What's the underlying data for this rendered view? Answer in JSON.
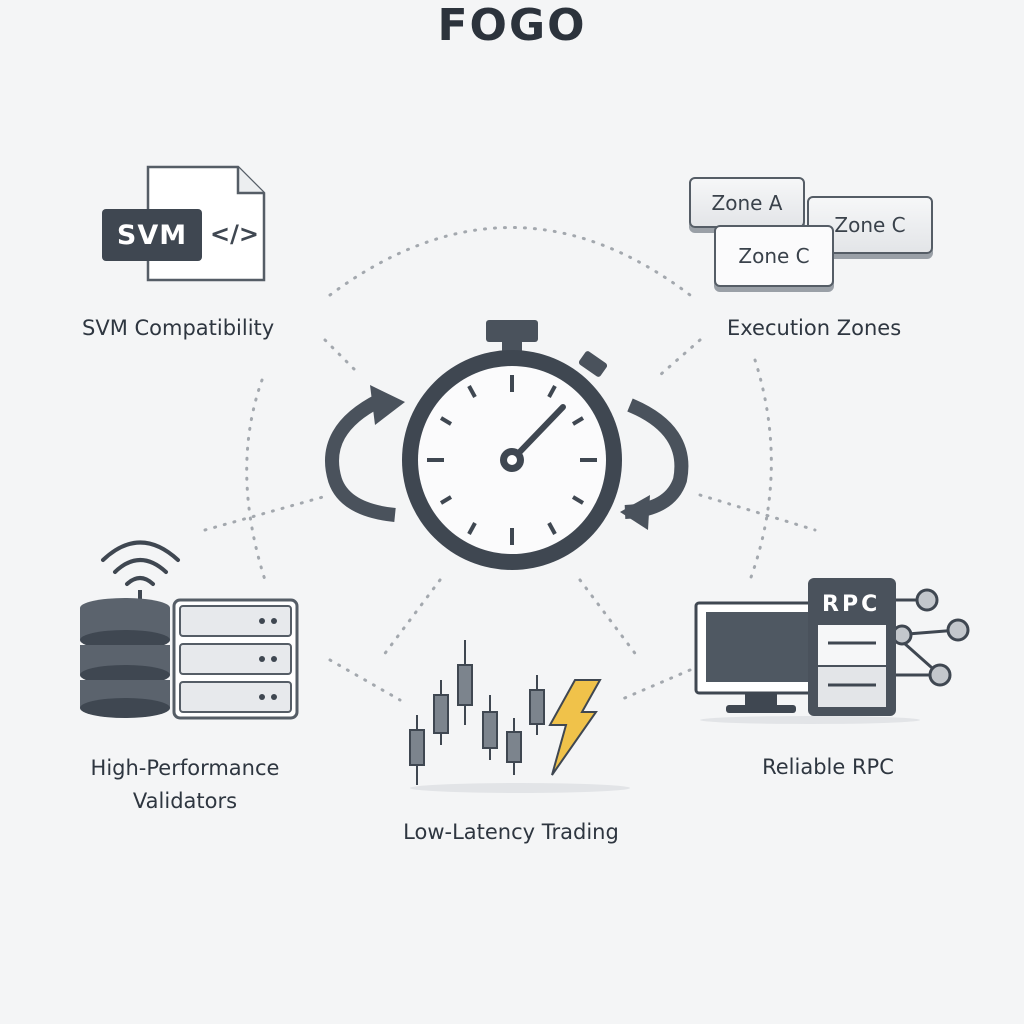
{
  "title": "FOGO",
  "features": {
    "svm": {
      "label": "SVM Compatibility",
      "tag": "SVM",
      "code_glyph": "</>",
      "icon": "code-file-icon"
    },
    "zones": {
      "label": "Execution Zones",
      "cards": [
        "Zone A",
        "Zone C",
        "Zone C"
      ],
      "icon": "zone-cards-icon"
    },
    "validators": {
      "label_line1": "High-Performance",
      "label_line2": "Validators",
      "icon": "server-database-wifi-icon"
    },
    "trading": {
      "label": "Low-Latency Trading",
      "icon": "candlestick-lightning-icon"
    },
    "rpc": {
      "label": "Reliable RPC",
      "tag": "RPC",
      "icon": "monitor-rpc-server-icon"
    }
  },
  "center": {
    "icon": "stopwatch-cycle-icon"
  },
  "colors": {
    "dark": "#3f4751",
    "lightning": "#f0c24a",
    "background": "#f4f5f6",
    "dots": "#a3a8ae"
  }
}
